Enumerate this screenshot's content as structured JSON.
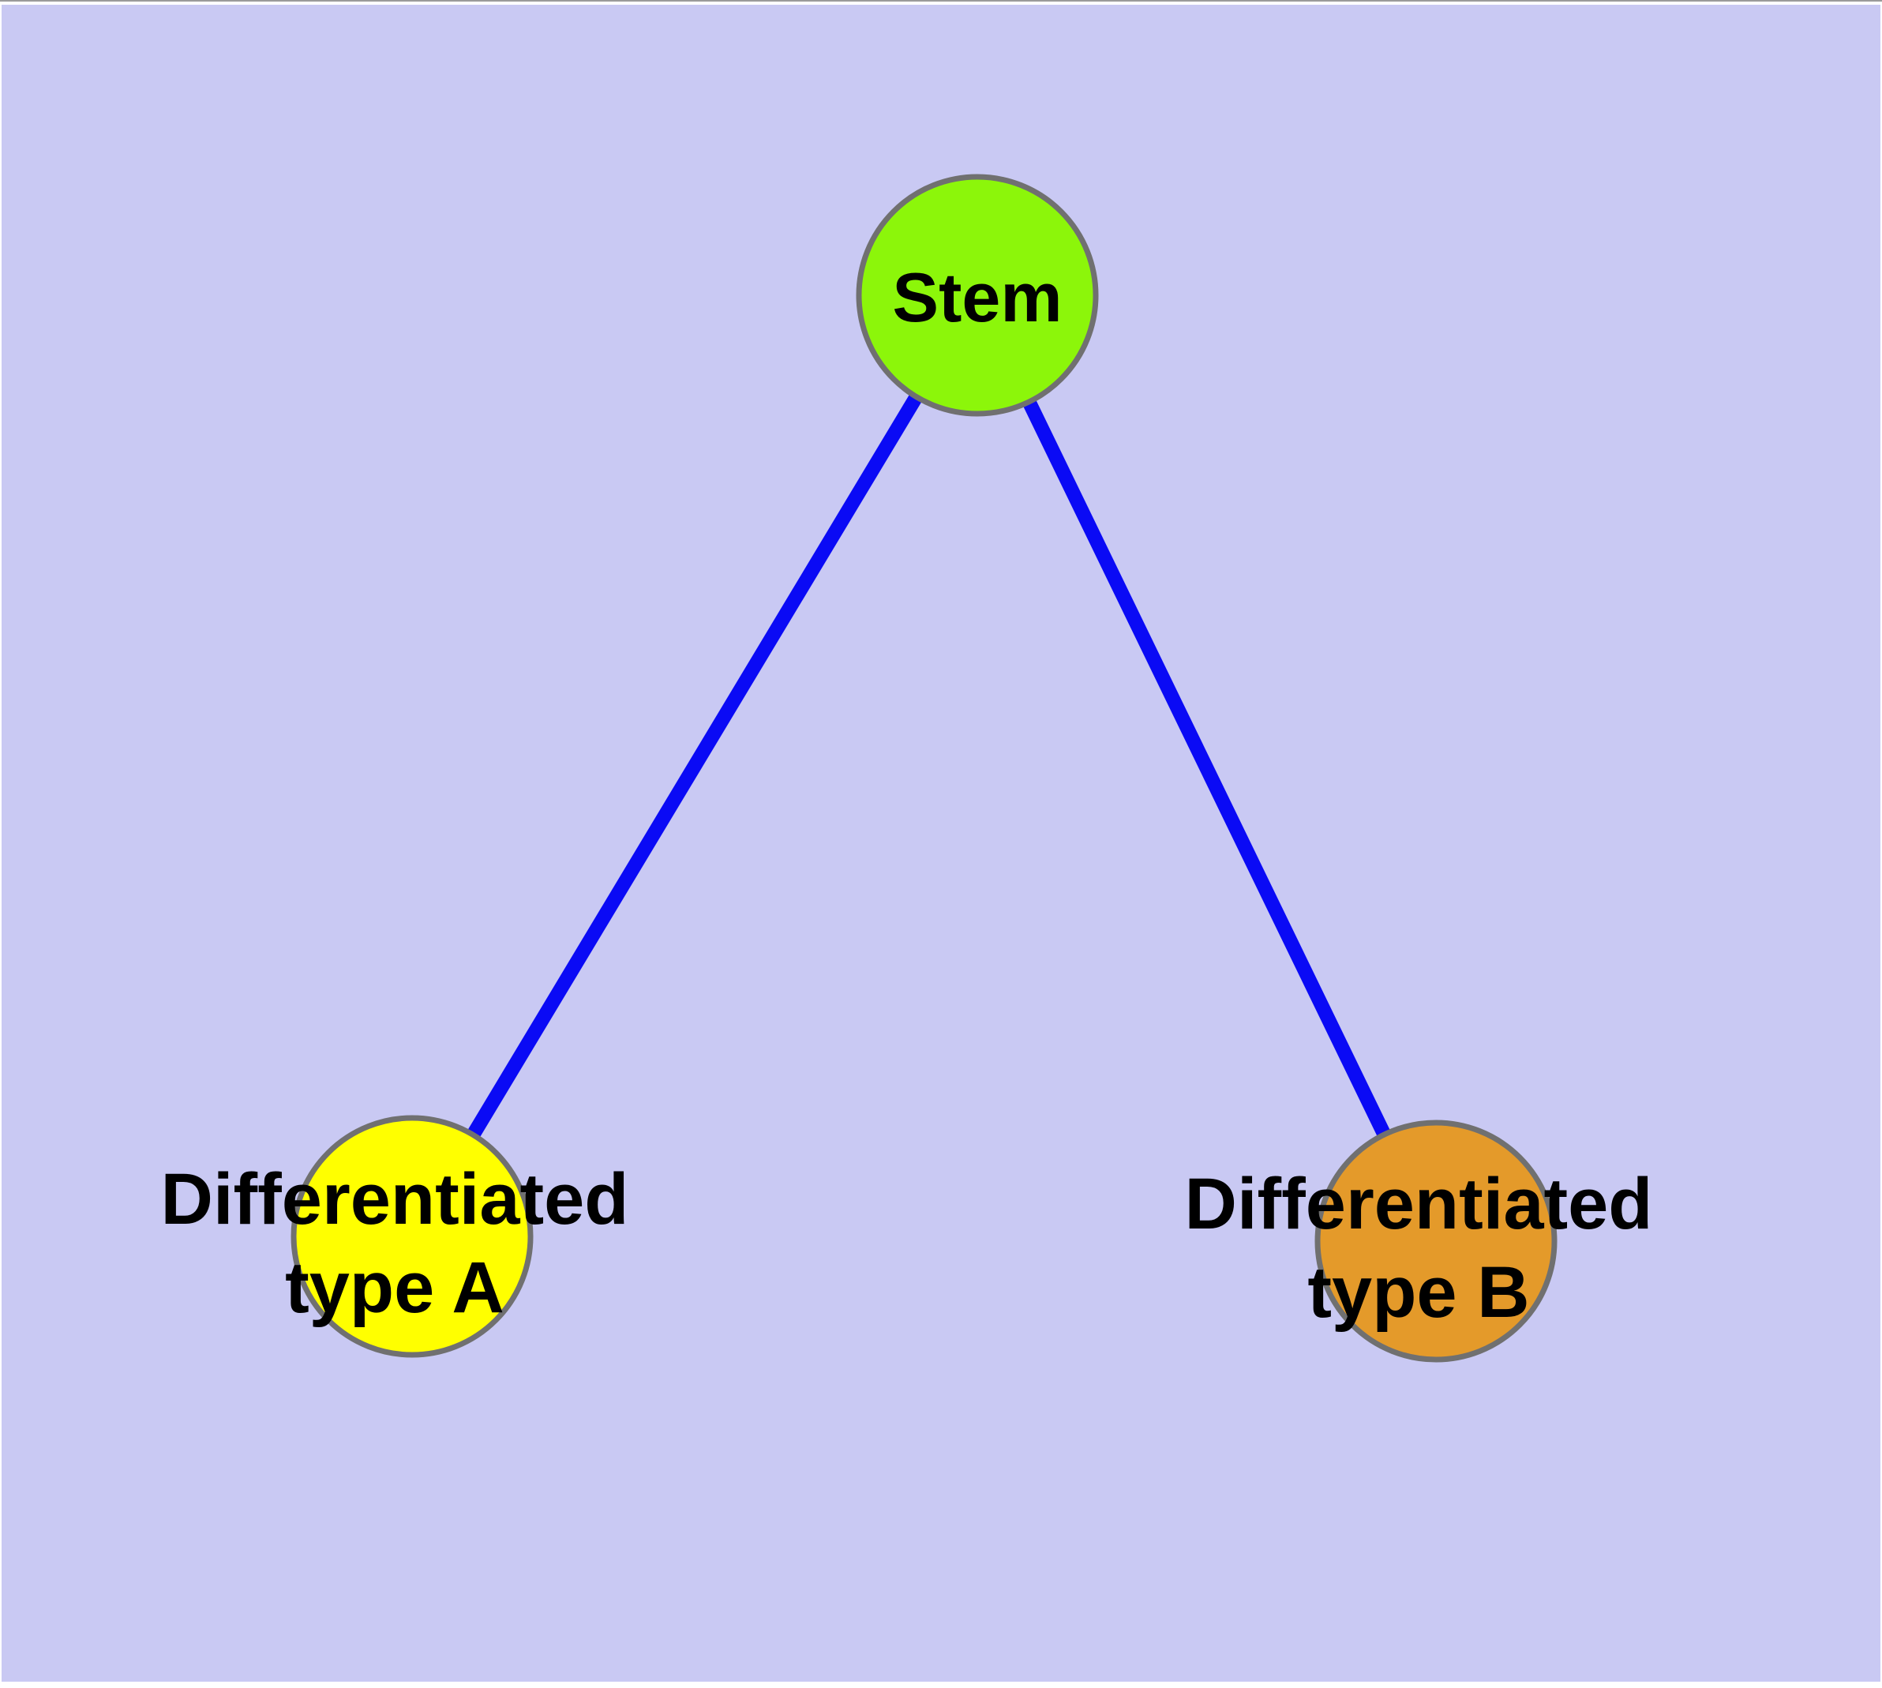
{
  "diagram": {
    "page_margin_color": "#ffffff",
    "top_hairline_color": "#9a9a9a",
    "background_color": "#C9C9F3",
    "node_border_color": "#707070",
    "edge_color": "#0A0AF5",
    "nodes": [
      {
        "id": "stem",
        "label": "Stem",
        "fill": "#8CF60A"
      },
      {
        "id": "differentiated-type-a",
        "label_line1": "Differentiated",
        "label_line2": "type A",
        "fill": "#FFFF00"
      },
      {
        "id": "differentiated-type-b",
        "label_line1": "Differentiated",
        "label_line2": "type B",
        "fill": "#E49A2A"
      }
    ],
    "edges": [
      {
        "from": "stem",
        "to": "differentiated-type-a"
      },
      {
        "from": "stem",
        "to": "differentiated-type-b"
      }
    ]
  }
}
